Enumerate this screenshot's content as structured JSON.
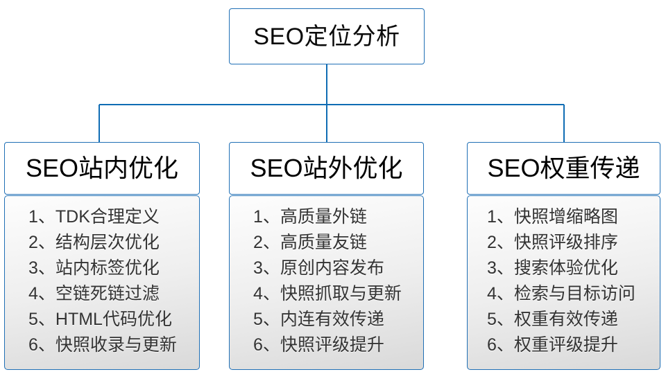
{
  "diagram": {
    "title": "SEO定位分析",
    "root": {
      "label": "SEO定位分析"
    },
    "branches": [
      {
        "header": "SEO站内优化",
        "items": [
          "1、TDK合理定义",
          "2、结构层次优化",
          "3、站内标签优化",
          "4、空链死链过滤",
          "5、HTML代码优化",
          "6、快照收录与更新"
        ]
      },
      {
        "header": "SEO站外优化",
        "items": [
          "1、高质量外链",
          "2、高质量友链",
          "3、原创内容发布",
          "4、快照抓取与更新",
          "5、内连有效传递",
          "6、快照评级提升"
        ]
      },
      {
        "header": "SEO权重传递",
        "items": [
          "1、快照增缩略图",
          "2、快照评级排序",
          "3、搜索体验优化",
          "4、检索与目标访问",
          "5、权重有效传递",
          "6、权重评级提升"
        ]
      }
    ],
    "colors": {
      "border": "#1f6fb5",
      "connector": "#0f6cb4",
      "header_text": "#000000",
      "item_text": "#333333",
      "header_fill": "#ffffff",
      "body_fill_top": "#fdfdfd",
      "body_fill_bottom": "#d9d9d9",
      "page_background": "#ffffff"
    }
  }
}
